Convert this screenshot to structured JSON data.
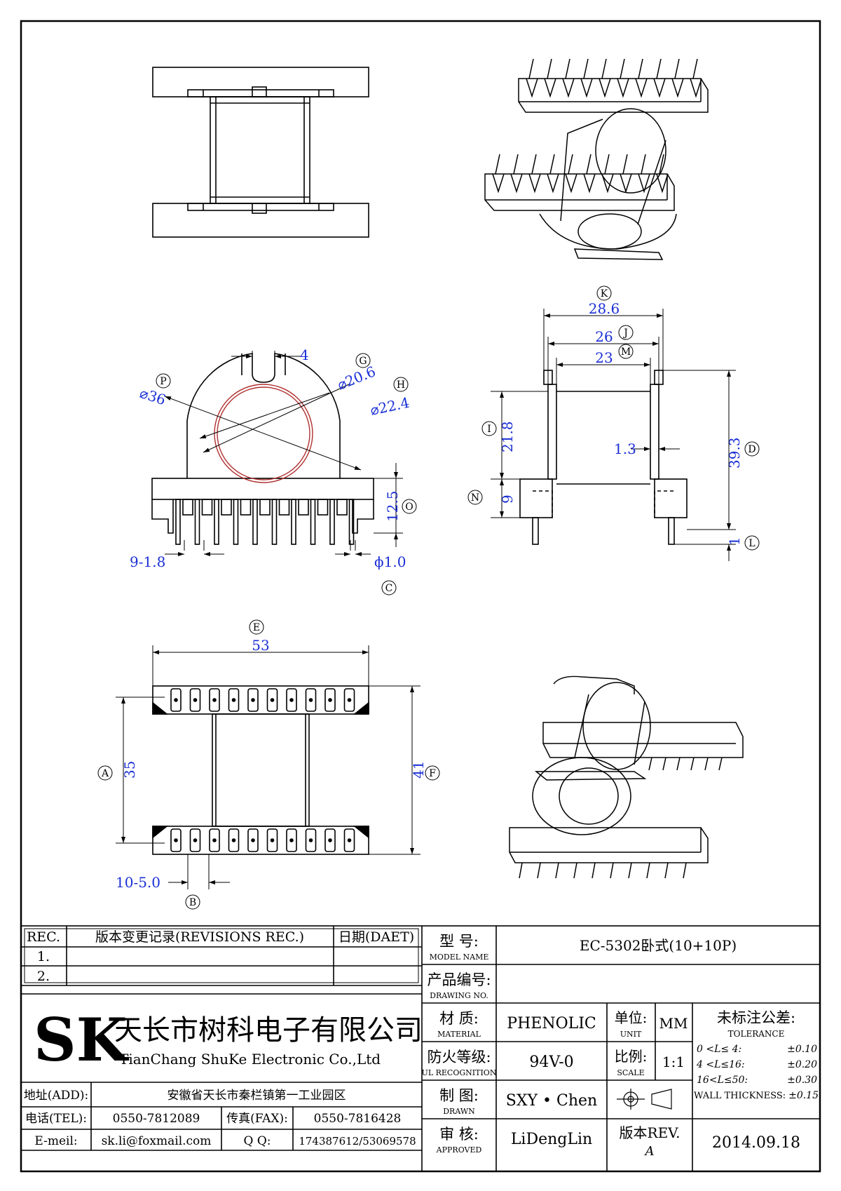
{
  "views": {
    "front": {
      "dims": {
        "G_label": "G",
        "G_val": "⌀20.6",
        "H_label": "H",
        "H_val": "⌀22.4",
        "P_label": "P",
        "P_val": "⌀36",
        "slot_val": "4",
        "O_label": "O",
        "O_val": "12.5",
        "pitch_val": "9-1.8",
        "C_label": "C",
        "pin_val": "ϕ1.0"
      }
    },
    "side": {
      "dims": {
        "K_label": "K",
        "K_val": "28.6",
        "J_label": "J",
        "J_val": "26",
        "M_label": "M",
        "M_val": "23",
        "I_label": "I",
        "I_val": "21.8",
        "wall_val": "1.3",
        "D_label": "D",
        "D_val": "39.3",
        "N_label": "N",
        "N_val": "9",
        "L_label": "L",
        "L_val": "1"
      }
    },
    "bottom": {
      "dims": {
        "E_label": "E",
        "E_val": "53",
        "A_label": "A",
        "A_val": "35",
        "F_label": "F",
        "F_val": "41",
        "B_label": "B",
        "B_val": "10-5.0"
      }
    }
  },
  "title_block": {
    "rev_header": "REC.",
    "rev_title": "版本变更记录(REVISIONS REC.)",
    "date_header": "日期(DAET)",
    "rev_rows": [
      "1.",
      "2."
    ],
    "company_logo": "SK",
    "company_cn": "天长市树科电子有限公司",
    "company_en": "TianChang ShuKe Electronic Co.,Ltd",
    "address_label": "地址(ADD):",
    "address": "安徽省天长市秦栏镇第一工业园区",
    "tel_label": "电话(TEL):",
    "tel": "0550-7812089",
    "fax_label": "传真(FAX):",
    "fax": "0550-7816428",
    "email_label": "E-meil:",
    "email": "sk.li@foxmail.com",
    "qq_label": "Q Q:",
    "qq": "174387612/53069578",
    "model_label_cn": "型  号:",
    "model_label_en": "MODEL NAME",
    "model": "EC-5302卧式(10+10P)",
    "drawing_label_cn": "产品编号:",
    "drawing_label_en": "DRAWING NO.",
    "drawing_no": "",
    "material_label_cn": "材  质:",
    "material_label_en": "MATERIAL",
    "material": "PHENOLIC",
    "unit_label_cn": "单位:",
    "unit_label_en": "UNIT",
    "unit": "MM",
    "fire_label_cn": "防火等级:",
    "fire_label_en": "UL RECOGNITION",
    "fire": "94V-0",
    "scale_label_cn": "比例:",
    "scale_label_en": "SCALE",
    "scale": "1:1",
    "drawn_label_cn": "制  图:",
    "drawn_label_en": "DRAWN",
    "drawn": "SXY • Chen",
    "approved_label_cn": "审  核:",
    "approved_label_en": "APPROVED",
    "approved": "LiDengLin",
    "rev_label_cn": "版本REV.",
    "rev": "A",
    "date": "2014.09.18",
    "tol_title": "未标注公差:",
    "tol_en": "TOLERANCE",
    "tol_rows": [
      {
        "range": "0 <L≤ 4:",
        "val": "±0.10"
      },
      {
        "range": "4 <L≤16:",
        "val": "±0.20"
      },
      {
        "range": "16<L≤50:",
        "val": "±0.30"
      }
    ],
    "wall_label": "WALL THICKNESS:",
    "wall_val": "±0.15"
  }
}
